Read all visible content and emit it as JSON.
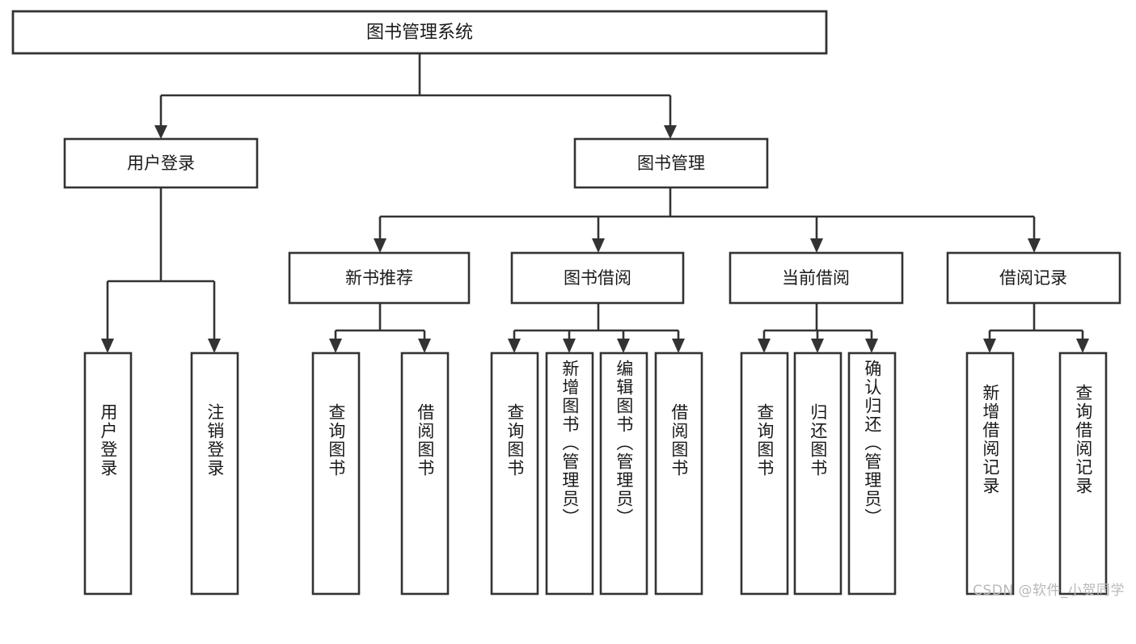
{
  "diagram": {
    "type": "tree",
    "title": "图书管理系统",
    "orientation": "top-down",
    "colors": {
      "stroke": "#333333",
      "box_fill": "#ffffff",
      "text": "#1a1a1a",
      "background": "#ffffff",
      "watermark": "#b9b9b9"
    }
  },
  "root": {
    "label": "图书管理系统"
  },
  "level1": [
    {
      "label": "用户登录"
    },
    {
      "label": "图书管理"
    }
  ],
  "level2": [
    {
      "label": "新书推荐"
    },
    {
      "label": "图书借阅"
    },
    {
      "label": "当前借阅"
    },
    {
      "label": "借阅记录"
    }
  ],
  "leaves": {
    "user_login": [
      {
        "label": "用户登录"
      },
      {
        "label": "注销登录"
      }
    ],
    "new_book_recommend": [
      {
        "label": "查询图书"
      },
      {
        "label": "借阅图书"
      }
    ],
    "book_borrow": [
      {
        "label": "查询图书"
      },
      {
        "label": "新增图书（管理员）"
      },
      {
        "label": "编辑图书（管理员）"
      },
      {
        "label": "借阅图书"
      }
    ],
    "current_borrow": [
      {
        "label": "查询图书"
      },
      {
        "label": "归还图书"
      },
      {
        "label": "确认归还（管理员）"
      }
    ],
    "borrow_record": [
      {
        "label": "新增借阅记录"
      },
      {
        "label": "查询借阅记录"
      }
    ]
  },
  "watermark": {
    "text": "CSDN @软件_小贺同学"
  }
}
